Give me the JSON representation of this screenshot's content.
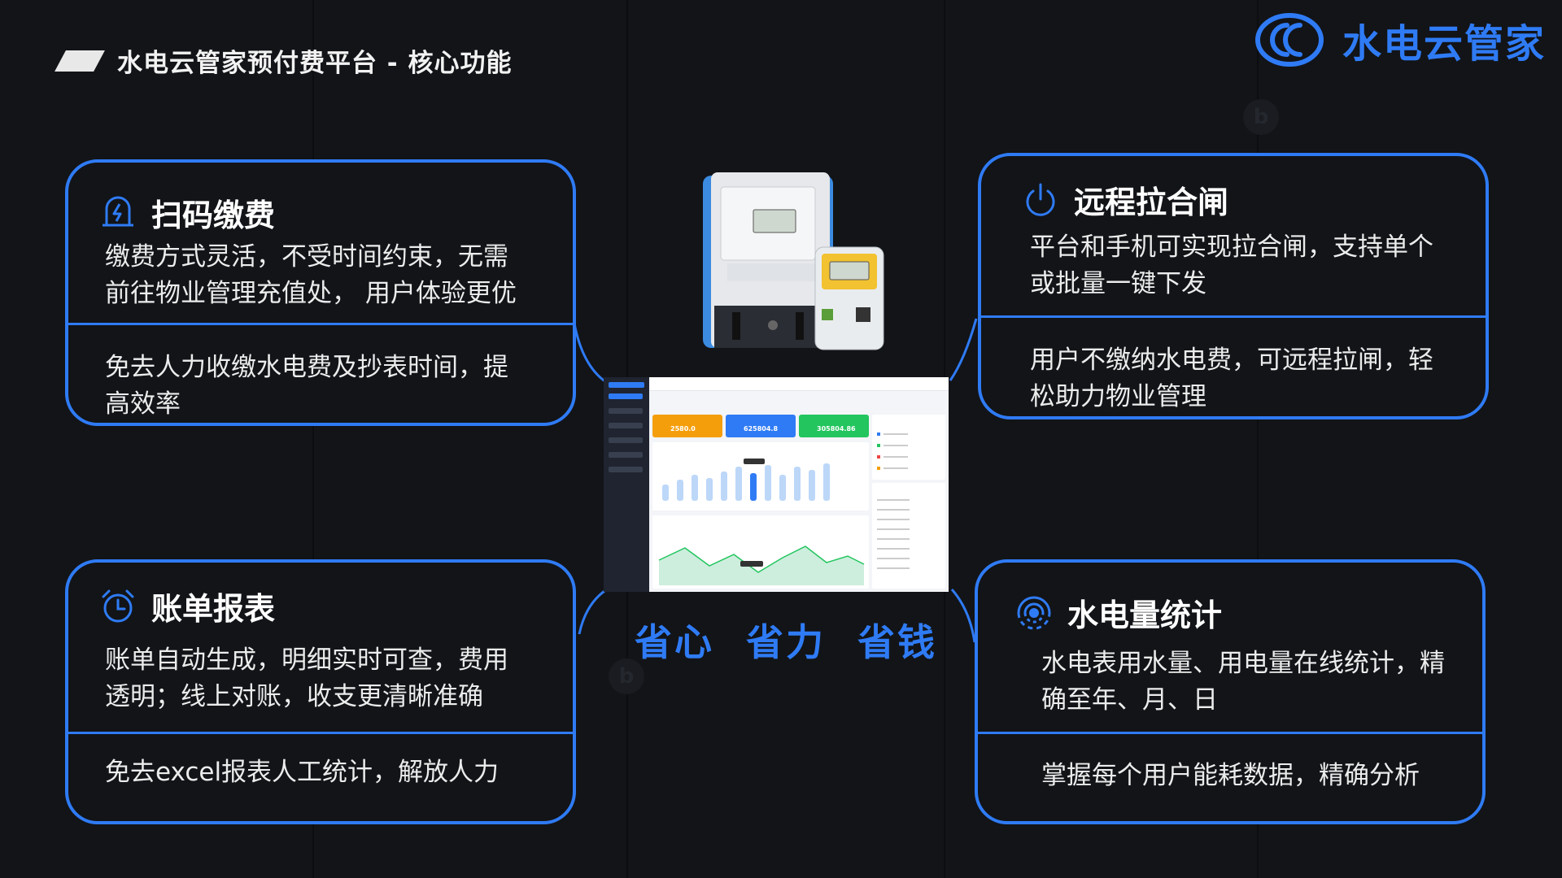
{
  "header": {
    "title": "水电云管家预付费平台 - 核心功能",
    "brand_name": "水电云管家"
  },
  "colors": {
    "accent": "#2f7bf5",
    "background": "#121418",
    "card_text": "#ececec"
  },
  "cards": [
    {
      "title": "扫码缴费",
      "icon": "lightning-bell-icon",
      "line1": "缴费方式灵活，不受时间约束，无需",
      "line2": "前往物业管理充值处， 用户体验更优",
      "line3": "免去人力收缴水电费及抄表时间，提",
      "line4": "高效率"
    },
    {
      "title": "远程拉合闸",
      "icon": "power-icon",
      "line1": "平台和手机可实现拉合闸，支持单个",
      "line2": "或批量一键下发",
      "line3": "用户不缴纳水电费，可远程拉闸，轻",
      "line4": "松助力物业管理"
    },
    {
      "title": "账单报表",
      "icon": "alarm-clock-icon",
      "line1": "账单自动生成，明细实时可查，费用",
      "line2": "透明；线上对账，收支更清晰准确",
      "line3": "免去excel报表人工统计，解放人力"
    },
    {
      "title": "水电量统计",
      "icon": "radar-icon",
      "line1": "水电表用水量、用电量在线统计，精",
      "line2": "确至年、月、日",
      "line3": "掌握每个用户能耗数据，精确分析"
    }
  ],
  "dashboard": {
    "stat1": "2580.0",
    "stat2": "625804.8",
    "stat3": "305804.86",
    "stat1_color": "#f59e0b",
    "stat2_color": "#2f7bf5",
    "stat3_color": "#22c55e"
  },
  "slogan": "省心 省力 省钱"
}
